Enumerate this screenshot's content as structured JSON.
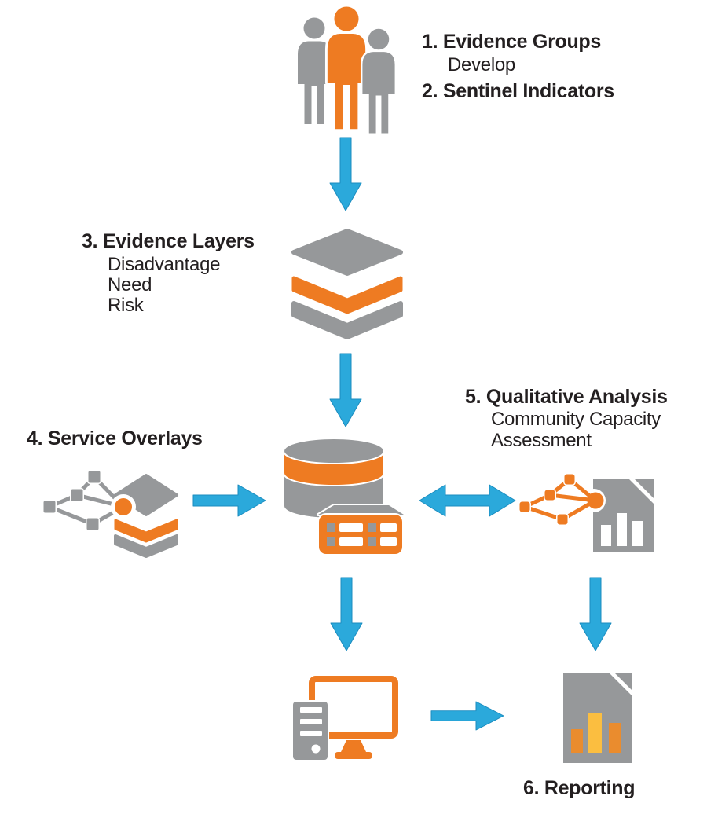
{
  "colors": {
    "orange": "#EE7B22",
    "gray": "#96989A",
    "blue": "#2BA9DB",
    "blue_edge": "#1B8CBF",
    "yellow": "#FBBE40",
    "bar_orange": "#EA8C2E",
    "text": "#231F20",
    "white": "#FFFFFF"
  },
  "blocks": {
    "groups": {
      "line1": "1. Evidence Groups",
      "sub": "Develop",
      "line2": "2. Sentinel Indicators"
    },
    "layers": {
      "title": "3. Evidence Layers",
      "subs": [
        "Disadvantage",
        "Need",
        "Risk"
      ]
    },
    "overlays": {
      "title": "4. Service Overlays"
    },
    "qualitative": {
      "title": "5. Qualitative Analysis",
      "subs": [
        "Community Capacity",
        "Assessment"
      ]
    },
    "reporting": {
      "title": "6. Reporting"
    }
  },
  "icons": {
    "people_group": "people-group-icon",
    "evidence_layers": "layers-stack-icon",
    "database_hub": "database-server-icon",
    "service_overlays": "network-layers-icon",
    "qualitative_analysis": "network-report-icon",
    "processing": "computer-workstation-icon",
    "reporting": "report-chart-document-icon",
    "connectors": [
      "arrow-down-icon",
      "arrow-right-icon",
      "arrow-double-horizontal-icon"
    ]
  }
}
